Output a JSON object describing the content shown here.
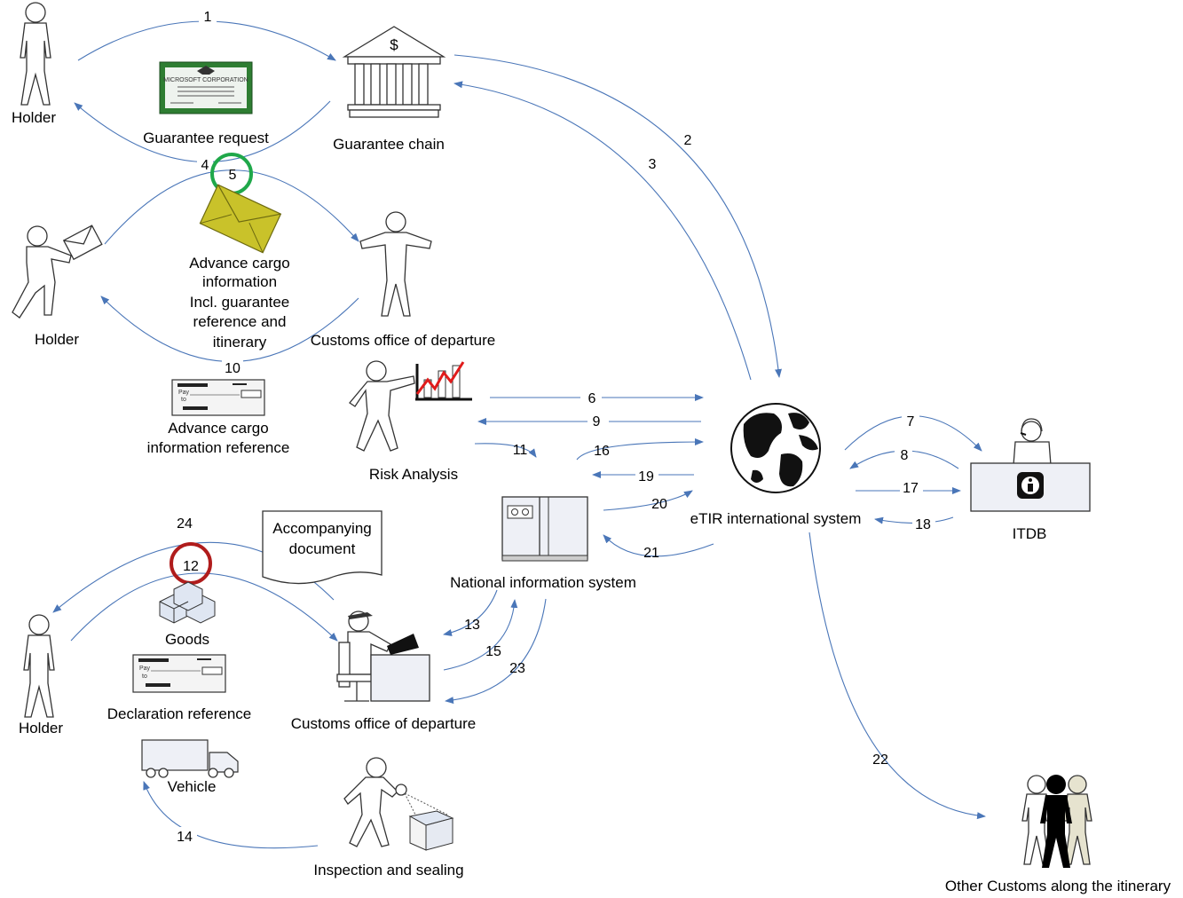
{
  "labels": {
    "holder_top": "Holder",
    "guarantee_chain": "Guarantee chain",
    "guarantee_request": "Guarantee request",
    "holder_mid": "Holder",
    "aci_1": "Advance cargo",
    "aci_2": "information",
    "aci_3": "Incl. guarantee",
    "aci_4": "reference and",
    "aci_5": "itinerary",
    "customs_departure_top": "Customs office of departure",
    "aci_ref_1": "Advance cargo",
    "aci_ref_2": "information reference",
    "risk_analysis": "Risk Analysis",
    "etir": "eTIR international system",
    "itdb": "ITDB",
    "nis": "National information system",
    "accompanying_1": "Accompanying",
    "accompanying_2": "document",
    "goods": "Goods",
    "holder_bottom": "Holder",
    "declaration_reference": "Declaration reference",
    "customs_departure_bottom": "Customs office of departure",
    "vehicle": "Vehicle",
    "inspection": "Inspection and sealing",
    "other_customs": "Other Customs along the itinerary",
    "bank_symbol": "$",
    "cert_text": "MICROSOFT CORPORATION",
    "cheque_pay": "Pay",
    "cheque_to": "to"
  },
  "steps": {
    "s1": "1",
    "s2": "2",
    "s3": "3",
    "s4": "4",
    "s5": "5",
    "s6": "6",
    "s7": "7",
    "s8": "8",
    "s9": "9",
    "s10": "10",
    "s11": "11",
    "s12": "12",
    "s13": "13",
    "s14": "14",
    "s15": "15",
    "s16": "16",
    "s17": "17",
    "s18": "18",
    "s19": "19",
    "s20": "20",
    "s21": "21",
    "s22": "22",
    "s23": "23",
    "s24": "24"
  },
  "colors": {
    "arrow": "#4a76b8",
    "highlight_green": "#1fa84a",
    "highlight_red": "#b01c1c",
    "certificate": "#2e7d32",
    "envelope": "#c9c22a"
  }
}
